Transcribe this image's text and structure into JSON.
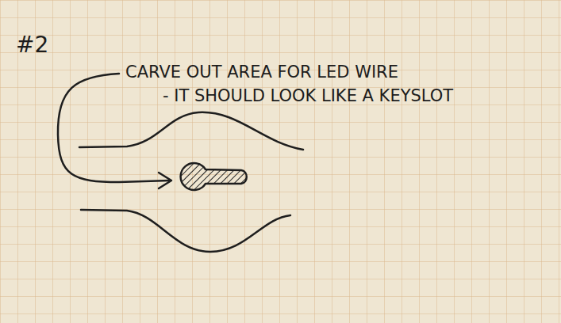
{
  "diagram": {
    "labels": [
      "#2",
      "CARVE OUT AREA FOR LED WIRE",
      "- IT SHOULD LOOK LIKE A KEYSLOT"
    ]
  }
}
